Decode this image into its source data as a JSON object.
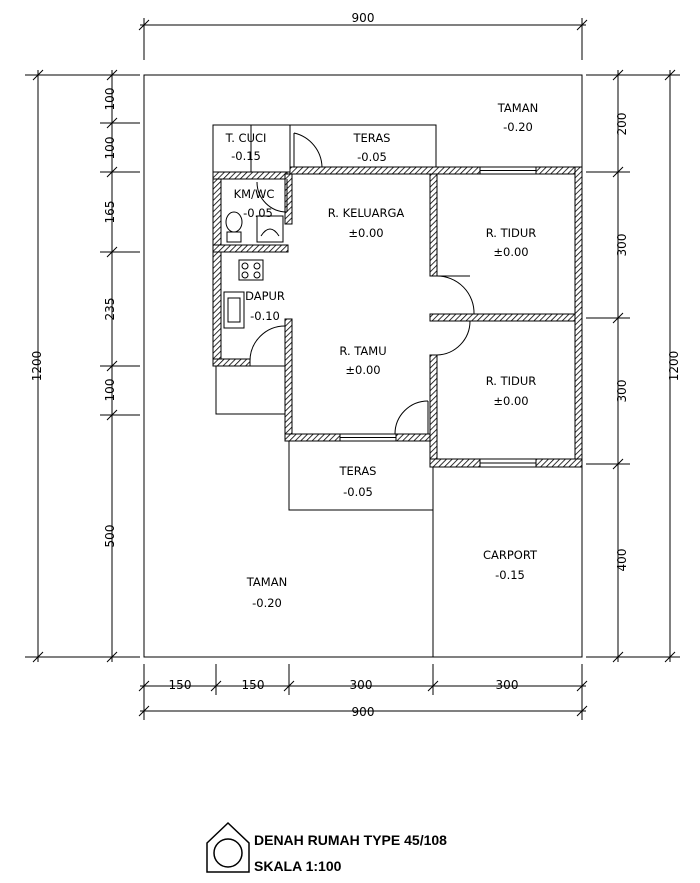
{
  "title": "DENAH RUMAH TYPE 45/108",
  "scale": "SKALA 1:100",
  "rooms": {
    "taman_top": {
      "name": "TAMAN",
      "level": "-0.20"
    },
    "t_cuci": {
      "name": "T. CUCI",
      "level": "-0.15"
    },
    "teras_top": {
      "name": "TERAS",
      "level": "-0.05"
    },
    "kmwc": {
      "name": "KM/WC",
      "level": "-0.05"
    },
    "keluarga": {
      "name": "R. KELUARGA",
      "level": "±0.00"
    },
    "tidur_1": {
      "name": "R. TIDUR",
      "level": "±0.00"
    },
    "dapur": {
      "name": "DAPUR",
      "level": "-0.10"
    },
    "tamu": {
      "name": "R. TAMU",
      "level": "±0.00"
    },
    "tidur_2": {
      "name": "R. TIDUR",
      "level": "±0.00"
    },
    "teras_bottom": {
      "name": "TERAS",
      "level": "-0.05"
    },
    "carport": {
      "name": "CARPORT",
      "level": "-0.15"
    },
    "taman_bottom": {
      "name": "TAMAN",
      "level": "-0.20"
    }
  },
  "dimensions": {
    "top_total": "900",
    "bottom_segments": [
      "150",
      "150",
      "300",
      "300"
    ],
    "bottom_total": "900",
    "left_segments": [
      "100",
      "100",
      "165",
      "235",
      "100",
      "500"
    ],
    "left_total": "1200",
    "right_segments": [
      "200",
      "300",
      "300",
      "400"
    ],
    "right_total": "1200"
  }
}
